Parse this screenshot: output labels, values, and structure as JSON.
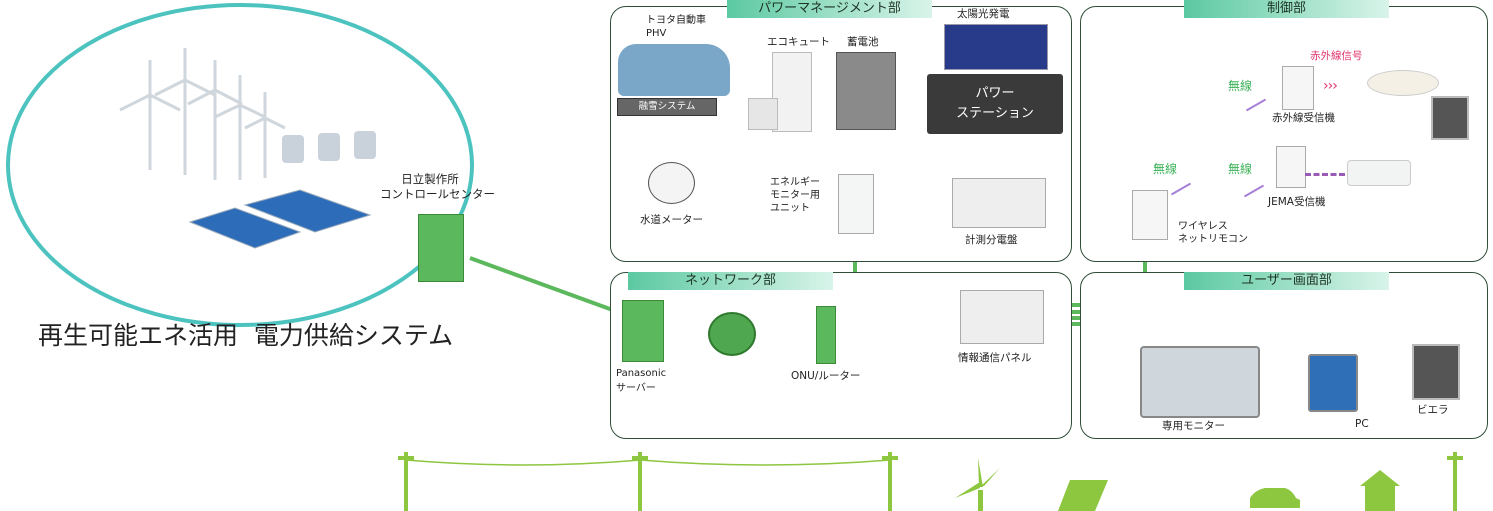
{
  "left": {
    "system_title": "再生可能エネ活用  電力供給システム",
    "control_center": "日立製作所\nコントロールセンター"
  },
  "power_management": {
    "title": "パワーマネージメント部",
    "toyota": "トヨタ自動車\nPHV",
    "snow_melt": "融雪システム",
    "ecocute": "エコキュート",
    "storage_battery": "蓄電池",
    "solar": "太陽光発電",
    "power_station": "パワー\nステーション",
    "water_meter": "水道メーター",
    "energy_monitor": "エネルギー\nモニター用\nユニット",
    "distribution_board": "計測分電盤"
  },
  "control": {
    "title": "制御部",
    "ir_signal": "赤外線信号",
    "wireless": "無線",
    "ir_receiver": "赤外線受信機",
    "jema_receiver": "JEMA受信機",
    "wireless_remote": "ワイヤレス\nネットリモコン"
  },
  "network": {
    "title": "ネットワーク部",
    "server": "Panasonic\nサーバー",
    "onu_router": "ONU/ルーター",
    "info_panel": "情報通信パネル"
  },
  "user_screen": {
    "title": "ユーザー画面部",
    "dedicated_monitor": "専用モニター",
    "pc": "PC",
    "viera": "ビエラ"
  },
  "colors": {
    "panel_border": "#2f4f3a",
    "title_gradient_start": "#5bc9a1",
    "network_line": "#5cb85c",
    "power_line": "#e03030",
    "blue_line": "#3060b0",
    "ellipse_border": "#4cc3bf",
    "wireless_text": "#3eb35a",
    "ir_text": "#e0336a"
  }
}
